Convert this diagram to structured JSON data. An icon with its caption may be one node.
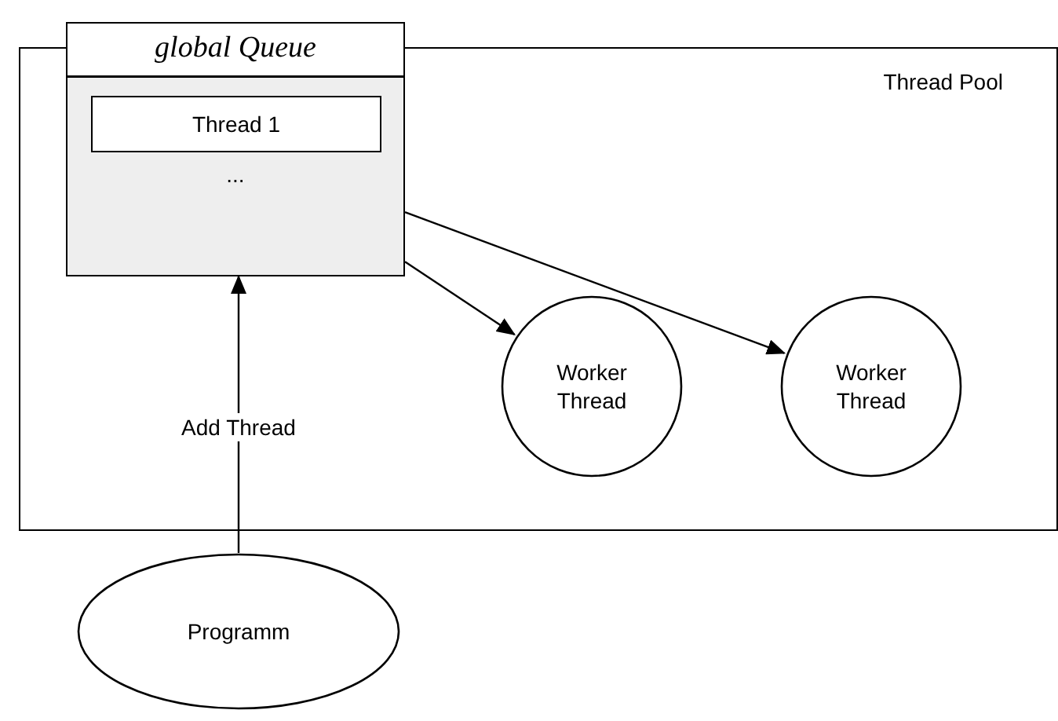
{
  "diagram": {
    "nodes": [
      {
        "text": [
          "global Queue",
          "..."
        ]
      },
      {
        "text": [
          "Thread 1"
        ],
        "in": 0
      },
      {
        "text": [
          "Thread Pool"
        ]
      },
      {
        "text": [
          "Worker Thread"
        ],
        "in": 2
      },
      {
        "text": [
          "Worker Thread"
        ],
        "in": 2
      },
      {
        "text": [
          "Programm"
        ]
      }
    ],
    "edges": [
      {
        "from": 0,
        "to": 3,
        "arrow": "to"
      },
      {
        "from": 0,
        "to": 4,
        "arrow": "to"
      },
      {
        "from": 5,
        "to": 0,
        "label": "Add Thread",
        "arrow": "to"
      }
    ]
  }
}
